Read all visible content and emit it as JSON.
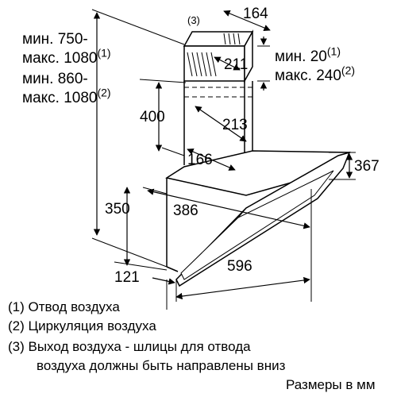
{
  "dimensions": {
    "total_min_1": "мин. 750-",
    "total_max_1": "макс. 1080",
    "total_max_1_ref": "(1)",
    "total_min_2": "мин. 860-",
    "total_max_2": "макс. 1080",
    "total_max_2_ref": "(2)",
    "chimney_top_width": "164",
    "chimney_top_ref": "(3)",
    "chimney_inner_width": "211",
    "offset_min": "мин. 20",
    "offset_min_ref": "(1)",
    "offset_max": "макс. 240",
    "offset_max_ref": "(2)",
    "chimney_height": "400",
    "chimney_lower_width": "213",
    "chimney_depth": "166",
    "hood_height": "350",
    "hood_depth": "386",
    "glass_height": "367",
    "bottom_offset": "121",
    "hood_width": "596"
  },
  "legend": {
    "item1": "(1)  Отвод воздуха",
    "item2": "(2)  Циркуляция воздуха",
    "item3_line1": "(3)  Выход воздуха - шлицы для отвода",
    "item3_line2": "воздуха должны быть направлены вниз",
    "units": "Размеры в мм"
  }
}
